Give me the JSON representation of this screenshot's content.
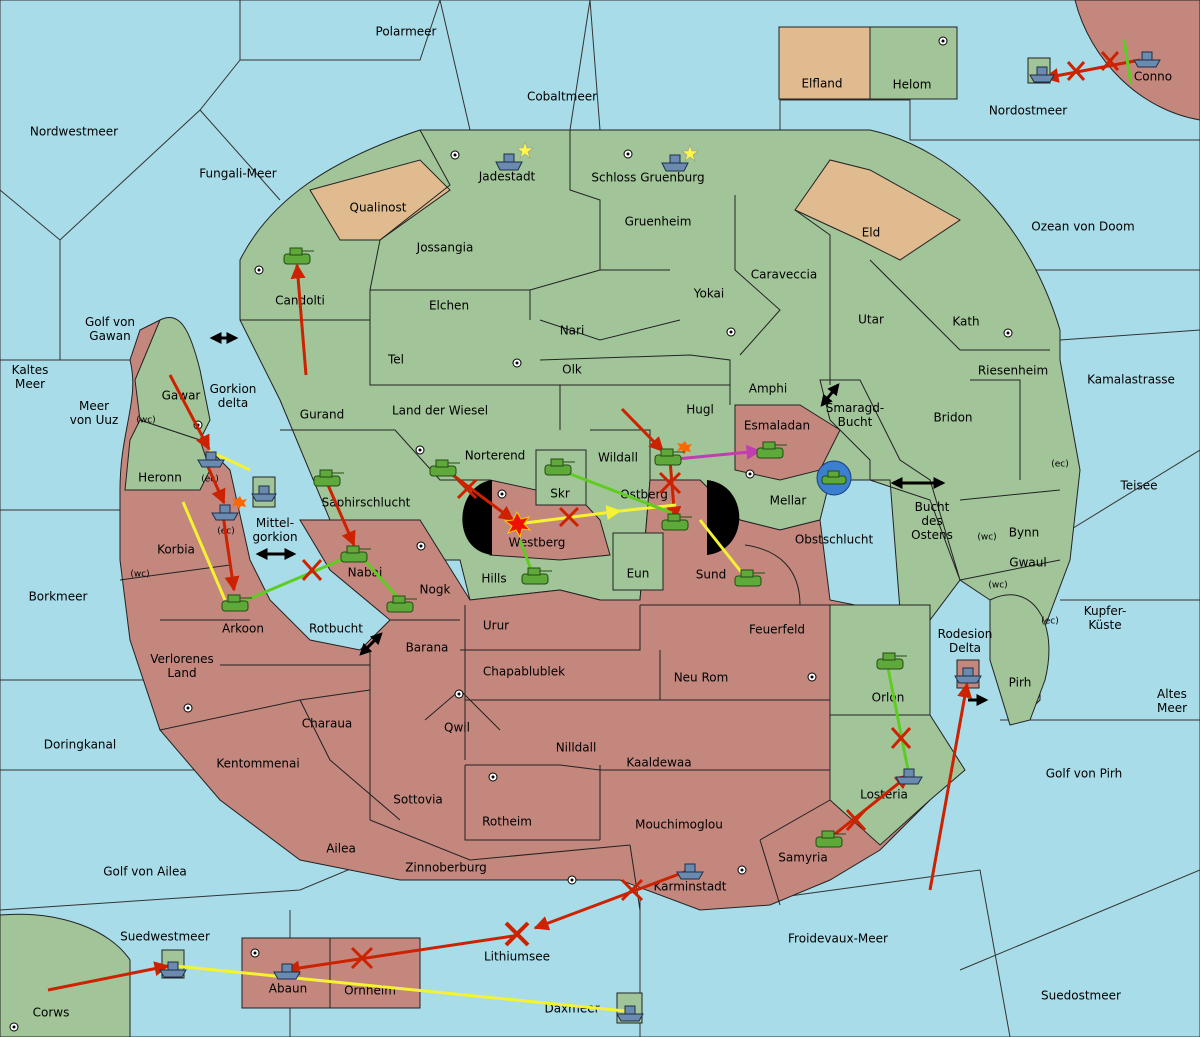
{
  "colors": {
    "sea": "#a8dce8",
    "land_green": "#a2c499",
    "land_red": "#c4877e",
    "land_tan": "#dfbb8f",
    "arrow_red": "#cc2200",
    "arrow_yellow": "#f4f233",
    "arrow_green": "#5fcc22",
    "arrow_magenta": "#c23db0"
  },
  "seas": {
    "polarmeer": "Polarmeer",
    "cobaltmeer": "Cobaltmeer",
    "nordwestmeer": "Nordwestmeer",
    "fungali": "Fungali-Meer",
    "nordostmeer": "Nordostmeer",
    "ozean": "Ozean von Doom",
    "golf_gawan": "Golf von Gawan",
    "kaltes": "Kaltes Meer",
    "uuz": "Meer von Uuz",
    "gorkion_delta": "Gorkion delta",
    "mittelgorkion": "Mittel- gorkion",
    "rotbucht": "Rotbucht",
    "borkmeer": "Borkmeer",
    "doringkanal": "Doringkanal",
    "golf_ailea": "Golf von Ailea",
    "suedwestmeer": "Suedwestmeer",
    "lithiumsee": "Lithiumsee",
    "daxmeer": "Daxmeer",
    "froidevaux": "Froidevaux-Meer",
    "suedostmeer": "Suedostmeer",
    "golf_pirh": "Golf von Pirh",
    "altes": "Altes Meer",
    "kupfer": "Kupfer- Küste",
    "teisee": "Teisee",
    "kamala": "Kamalastrasse",
    "smaragd": "Smaragd- Bucht",
    "bucht_ostens": "Bucht des Ostens",
    "rodesion": "Rodesion Delta"
  },
  "provinces": {
    "elfland": "Elfland",
    "helom": "Helom",
    "conno": "Conno",
    "jadestadt": "Jadestadt",
    "gruenburg": "Schloss Gruenburg",
    "qualinost": "Qualinost",
    "gruenheim": "Gruenheim",
    "eld": "Eld",
    "jossangia": "Jossangia",
    "caraveccia": "Caraveccia",
    "candolti": "Candolti",
    "elchen": "Elchen",
    "yokai": "Yokai",
    "utar": "Utar",
    "kath": "Kath",
    "nari": "Nari",
    "tel": "Tel",
    "olk": "Olk",
    "riesenheim": "Riesenheim",
    "amphi": "Amphi",
    "gurand": "Gurand",
    "land_wiesel": "Land der Wiesel",
    "hugl": "Hugl",
    "bridon": "Bridon",
    "gawar": "Gawar",
    "esmaladan": "Esmaladan",
    "norterend": "Norterend",
    "wildall": "Wildall",
    "heronn": "Heronn",
    "skr": "Skr",
    "ostberg": "Ostberg",
    "mellar": "Mellar",
    "saphirschlucht": "Saphirschlucht",
    "westberg": "Westberg",
    "bynn": "Bynn",
    "korbia": "Korbia",
    "obstschlucht": "Obstschlucht",
    "nabai": "Nabai",
    "hills": "Hills",
    "eun": "Eun",
    "sund": "Sund",
    "gwaul": "Gwaul",
    "nogk": "Nogk",
    "arkoon": "Arkoon",
    "urur": "Urur",
    "feuerfeld": "Feuerfeld",
    "barana": "Barana",
    "pirh": "Pirh",
    "verlorenes": "Verlorenes Land",
    "chapablublek": "Chapablublek",
    "neu_rom": "Neu Rom",
    "orlon": "Orlon",
    "charaua": "Charaua",
    "qwil": "Qwil",
    "nilldall": "Nilldall",
    "kaaldewaa": "Kaaldewaa",
    "kentommenai": "Kentommenai",
    "losteria": "Losteria",
    "sottovia": "Sottovia",
    "rotheim": "Rotheim",
    "mouchimoglou": "Mouchimoglou",
    "ailea": "Ailea",
    "samyria": "Samyria",
    "zinnoberburg": "Zinnoberburg",
    "karminstadt": "Karminstadt",
    "abaun": "Abaun",
    "ornheim": "Ornheim",
    "corws": "Corws"
  },
  "coast_labels": {
    "wc": "(wc)",
    "ec": "(ec)"
  }
}
